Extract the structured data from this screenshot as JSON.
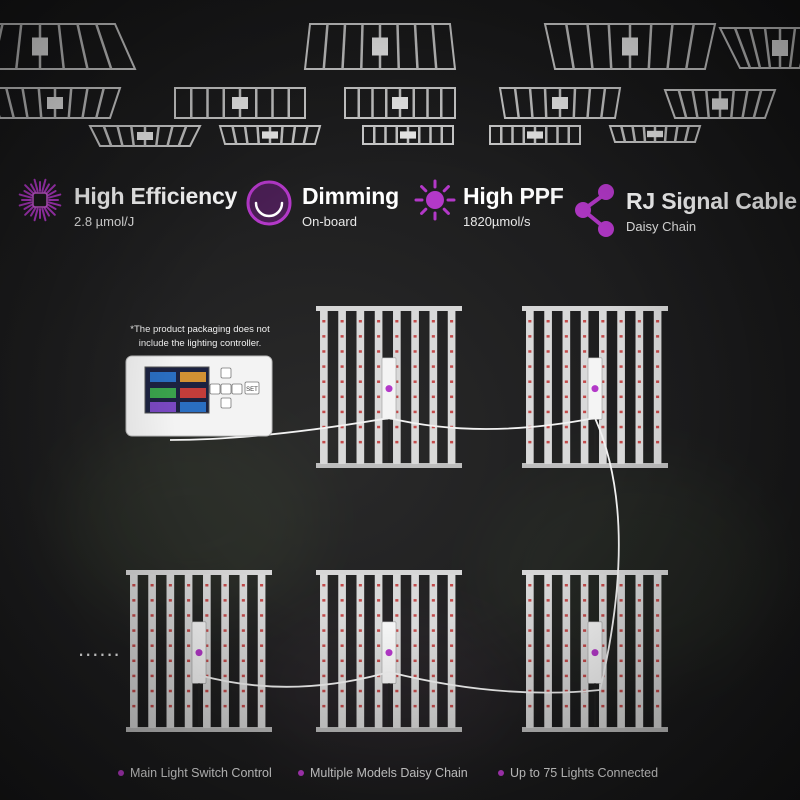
{
  "features": [
    {
      "title": "High Efficiency",
      "sub": "2.8 µmol/J",
      "icon": "burst-efficiency-icon"
    },
    {
      "title": "Dimming",
      "sub": "On-board",
      "icon": "dimming-dial-icon"
    },
    {
      "title": "High PPF",
      "sub": "1820µmol/s",
      "icon": "sun-ppf-icon"
    },
    {
      "title": "RJ Signal Cable",
      "sub": "Daisy Chain",
      "icon": "share-network-icon"
    }
  ],
  "note": {
    "line1": "*The product packaging does not",
    "line2": "include the lighting controller."
  },
  "controller": {
    "set_label": "SET"
  },
  "continuation": "......",
  "footer": [
    "Main Light Switch Control",
    "Multiple Models Daisy Chain",
    "Up to 75 Lights Connected"
  ],
  "colors": {
    "accent": "#b338c8",
    "accent_light": "#d45fe0",
    "background": "#1c1c1e",
    "bar": "#d9d9d9",
    "diode": "#c44a4a",
    "cable": "#f2f2f2"
  }
}
